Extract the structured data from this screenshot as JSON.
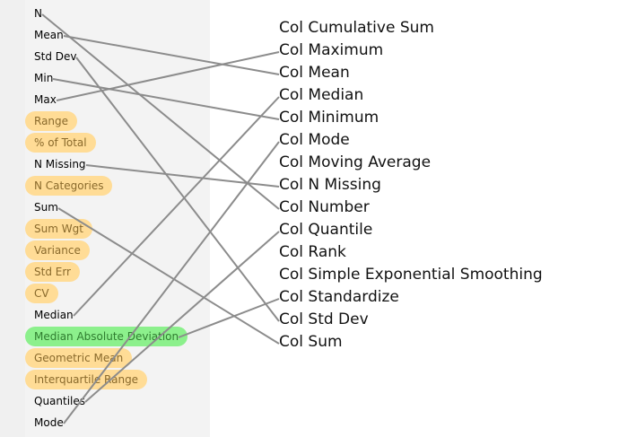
{
  "stats": [
    {
      "label": "N",
      "style": "plain"
    },
    {
      "label": "Mean",
      "style": "plain"
    },
    {
      "label": "Std Dev",
      "style": "plain"
    },
    {
      "label": "Min",
      "style": "plain"
    },
    {
      "label": "Max",
      "style": "plain"
    },
    {
      "label": "Range",
      "style": "orange"
    },
    {
      "label": "% of Total",
      "style": "orange"
    },
    {
      "label": "N Missing",
      "style": "plain"
    },
    {
      "label": "N Categories",
      "style": "orange"
    },
    {
      "label": "Sum",
      "style": "plain"
    },
    {
      "label": "Sum Wgt",
      "style": "orange"
    },
    {
      "label": "Variance",
      "style": "orange"
    },
    {
      "label": "Std Err",
      "style": "orange"
    },
    {
      "label": "CV",
      "style": "orange"
    },
    {
      "label": "Median",
      "style": "plain"
    },
    {
      "label": "Median Absolute Deviation",
      "style": "green"
    },
    {
      "label": "Geometric Mean",
      "style": "orange"
    },
    {
      "label": "Interquartile Range",
      "style": "orange"
    },
    {
      "label": "Quantiles",
      "style": "plain"
    },
    {
      "label": "Mode",
      "style": "plain"
    }
  ],
  "functions": [
    "Col Cumulative Sum",
    "Col Maximum",
    "Col Mean",
    "Col Median",
    "Col Minimum",
    "Col Mode",
    "Col Moving Average",
    "Col N Missing",
    "Col Number",
    "Col Quantile",
    "Col Rank",
    "Col Simple Exponential Smoothing",
    "Col Standardize",
    "Col Std Dev",
    "Col Sum"
  ],
  "connections": [
    {
      "from": "N",
      "to": "Col Number"
    },
    {
      "from": "Mean",
      "to": "Col Mean"
    },
    {
      "from": "Std Dev",
      "to": "Col Std Dev"
    },
    {
      "from": "Min",
      "to": "Col Minimum"
    },
    {
      "from": "Max",
      "to": "Col Maximum"
    },
    {
      "from": "N Missing",
      "to": "Col N Missing"
    },
    {
      "from": "Sum",
      "to": "Col Sum"
    },
    {
      "from": "Median",
      "to": "Col Median"
    },
    {
      "from": "Quantiles",
      "to": "Col Quantile"
    },
    {
      "from": "Mode",
      "to": "Col Mode"
    },
    {
      "from": "Median Absolute Deviation",
      "to": "Col Standardize"
    }
  ],
  "colors": {
    "line": "#8c8c8c",
    "orange_pill": "#ffdc96",
    "green_pill": "#8cf08c",
    "panel": "#f0f0f0"
  }
}
